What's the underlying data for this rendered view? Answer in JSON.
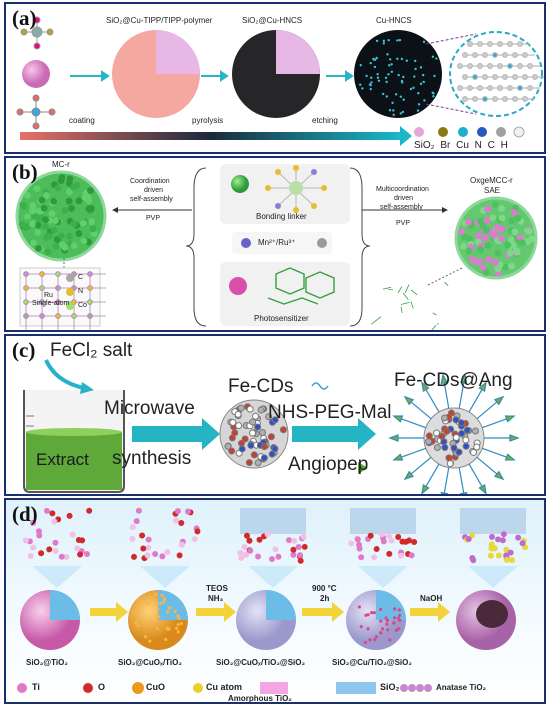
{
  "panels": {
    "a": {
      "label": "(a)",
      "stage1": "SiO₂@Cu-TIPP/TIPP-polymer",
      "stage2": "SiO₂@Cu-HNCS",
      "stage3": "Cu-HNCS",
      "step1": "coating",
      "step2": "pyrolysis",
      "step3": "etching",
      "legend": "SiO₂ Br Cu N C H"
    },
    "b": {
      "label": "(b)",
      "mc_r": "MC-r",
      "coord_1": "Coordination",
      "coord_2": "driven",
      "coord_3": "self-assembly",
      "pvp_left": "PVP",
      "bonding_linker": "Bonding linker",
      "metals": "Mn²⁺/Ru³⁺",
      "photosensitizer": "Photosensitizer",
      "multi_1": "Multicoordination",
      "multi_2": "driven",
      "multi_3": "self-assembly",
      "pvp_right": "PVP",
      "oxge_1": "OxgeMCC-r",
      "oxge_2": "SAE",
      "ru_1": "Ru",
      "ru_2": "Single-atom",
      "leg_c": "C",
      "leg_n": "N",
      "leg_co": "Co"
    },
    "c": {
      "label": "(c)",
      "salt": "FeCl₂ salt",
      "extract": "Extract",
      "micro_1": "Microwave",
      "micro_2": "synthesis",
      "fecds": "Fe-CDs",
      "nhs": "NHS-PEG-Mal",
      "angiopep": "Angiopep",
      "product": "Fe-CDs@Ang"
    },
    "d": {
      "label": "(d)",
      "teos": "TEOS",
      "nh3": "NH₃",
      "temp": "900 °C",
      "time": "2h",
      "naoh": "NaOH",
      "s1": "SiO₂@TiO₂",
      "s2": "SiO₂@CuOₓ/TiO₂",
      "s3": "SiO₂@CuOₓ/TiO₂@SiO₂",
      "s4": "SiO₂@Cu/TiO₂@SiO₂",
      "leg_ti": "Ti",
      "leg_o": "O",
      "leg_cuo": "CuO",
      "leg_cu": "Cu atom",
      "leg_am": "Amorphous TiO₂",
      "leg_sio2": "SiO₂",
      "leg_an": "Anatase TiO₂"
    }
  }
}
